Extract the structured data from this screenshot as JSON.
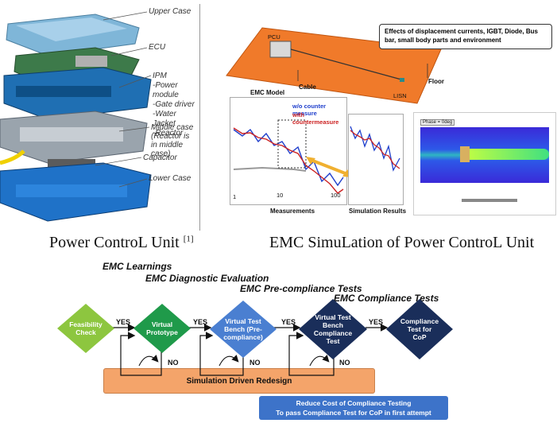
{
  "pcu_labels": {
    "upper_case": "Upper Case",
    "ecu": "ECU",
    "ipm_lines": [
      "IPM",
      "-Power module",
      "-Gate driver",
      "-Water Jacket",
      "-Reactor"
    ],
    "middle_case_lines": [
      "Middle case",
      "(Reactor is",
      "in middle case)"
    ],
    "capacitor": "Capacitor",
    "lower_case": "Lower Case"
  },
  "emc": {
    "effects_box": "Effects of displacement currents, IGBT, Diode, Bus bar, small body parts and environment",
    "pcu": "PCU",
    "cable": "Cable",
    "floor": "Floor",
    "lisn": "LISN",
    "emc_model": "EMC Model",
    "legend_wo": "w/o counter measure",
    "legend_with": "with countermeasure",
    "tick_10": "10",
    "tick_100": "100",
    "tick_1": "1",
    "measurements": "Measurements",
    "simulation_results": "Simulation Results",
    "phase_label": "Phase = 0deg"
  },
  "captions": {
    "left_main": "Power ControL Unit ",
    "left_ref": "[1]",
    "right": "EMC SimuLation of Power ControL Unit"
  },
  "stages": {
    "learnings": "EMC Learnings",
    "diagnostic": "EMC Diagnostic Evaluation",
    "precompliance": "EMC Pre-compliance Tests",
    "compliance": "EMC Compliance Tests"
  },
  "flow": {
    "feasibility": "Feasibility Check",
    "virtual_prototype": "Virtual Prototype",
    "virtual_bench_pre": "Virtual Test Bench (Pre-compliance)",
    "virtual_bench_compliance": "Virtual Test Bench Compliance Test",
    "compliance_cop": "Compliance Test for CoP",
    "yes": "YES",
    "no": "NO",
    "redesign": "Simulation Driven Redesign",
    "blue_box_line1": "Reduce Cost of Compliance Testing",
    "blue_box_line2": "To pass Compliance Test for CoP in first attempt"
  },
  "colors": {
    "green_light": "#8dc63f",
    "green_dark": "#1f9a4a",
    "blue_mid": "#4a7fd1",
    "navy": "#1a2e5a",
    "orange": "#f4a46a",
    "floor_orange": "#f07a2a",
    "blue_box": "#3d73c9"
  }
}
